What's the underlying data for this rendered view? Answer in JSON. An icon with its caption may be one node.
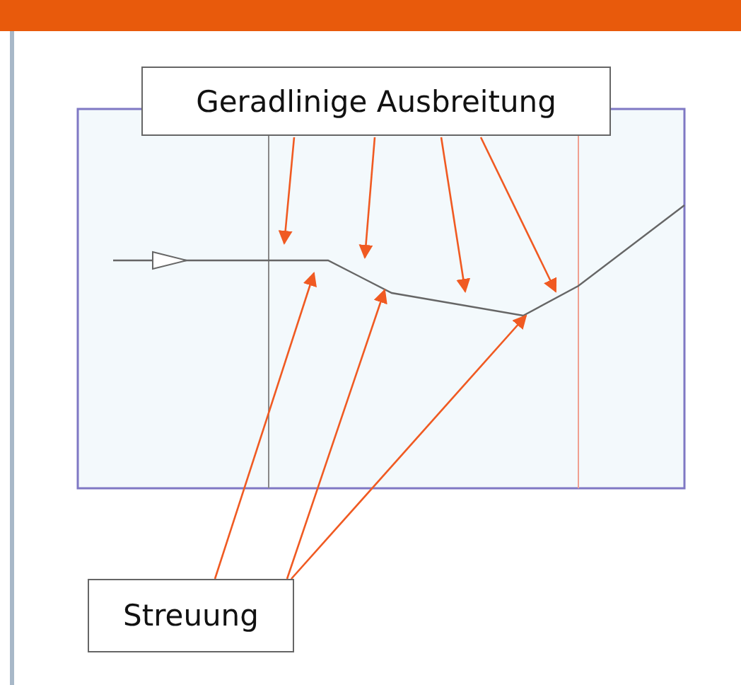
{
  "diagram": {
    "nodes": [
      {
        "text": [
          "Geradlinige Ausbreitung"
        ]
      },
      {
        "text": [
          "Streuung"
        ]
      }
    ],
    "edges": [
      {
        "from": 0,
        "to": null,
        "arrow": "to"
      },
      {
        "from": 0,
        "to": null,
        "arrow": "to"
      },
      {
        "from": 0,
        "to": null,
        "arrow": "to"
      },
      {
        "from": 0,
        "to": null,
        "arrow": "to"
      },
      {
        "from": 1,
        "to": null,
        "arrow": "to"
      },
      {
        "from": 1,
        "to": null,
        "arrow": "to"
      },
      {
        "from": 1,
        "to": null,
        "arrow": "to"
      }
    ]
  }
}
